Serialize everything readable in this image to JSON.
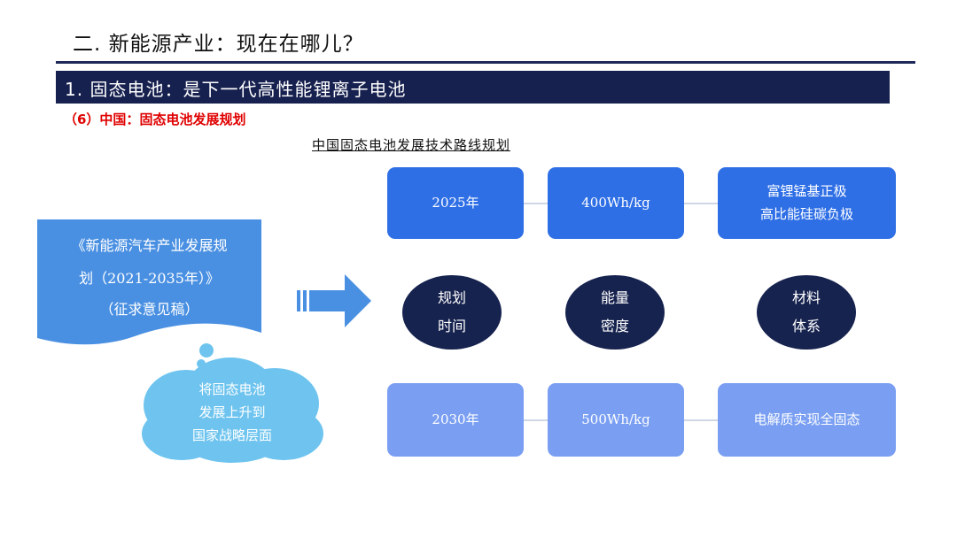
{
  "header": {
    "title": "二. 新能源产业：现在在哪儿？"
  },
  "section": {
    "title": "1. 固态电池：是下一代高性能锂离子电池"
  },
  "subheading": "（6）中国：固态电池发展规划",
  "diagram": {
    "title": "中国固态电池发展技术路线规划",
    "document": {
      "lines": [
        "《新能源汽车产业发展规",
        "划（2021-2035年）》",
        "（征求意见稿）"
      ]
    },
    "cloud": {
      "lines": [
        "将固态电池",
        "发展上升到",
        "国家战略层面"
      ]
    },
    "row_2025": {
      "time": "2025年",
      "density": "400Wh/kg",
      "material_lines": [
        "富锂锰基正极",
        "高比能硅碳负极"
      ]
    },
    "categories": [
      {
        "lines": [
          "规划",
          "时间"
        ]
      },
      {
        "lines": [
          "能量",
          "密度"
        ]
      },
      {
        "lines": [
          "材料",
          "体系"
        ]
      }
    ],
    "row_2030": {
      "time": "2030年",
      "density": "500Wh/kg",
      "material": "电解质实现全固态"
    }
  },
  "colors": {
    "navy": "#17214f",
    "dark_blue_box": "#2f6fe6",
    "light_blue_box": "#7a9ff2",
    "doc_blue": "#4a90e2",
    "cloud_blue": "#6ec4ef",
    "sub_red": "#e00000"
  }
}
